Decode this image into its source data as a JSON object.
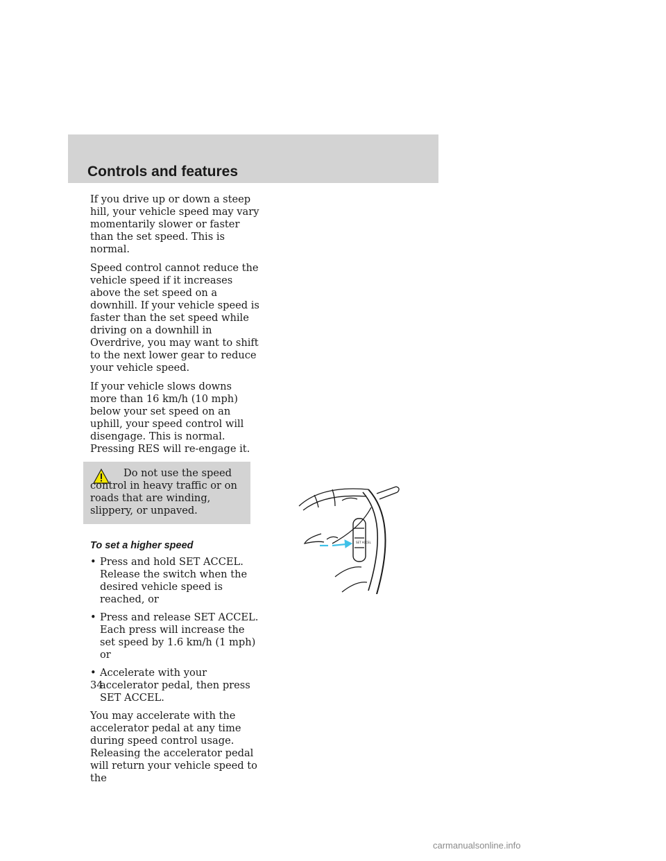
{
  "header": {
    "title": "Controls and features"
  },
  "body": {
    "paragraphs": [
      "If you drive up or down a steep hill, your vehicle speed may vary momentarily slower or faster than the set speed. This is normal.",
      "Speed control cannot reduce the vehicle speed if it increases above the set speed on a downhill. If your vehicle speed is faster than the set speed while driving on a downhill in Overdrive, you may want to shift to the next lower gear to reduce your vehicle speed.",
      "If your vehicle slows downs more than 16 km/h (10 mph) below your set speed on an uphill, your speed control will disengage. This is normal. Pressing RES will re-engage it."
    ],
    "warning": {
      "line1": "Do not use the speed",
      "line2": "control in heavy traffic or on roads that are winding, slippery, or unpaved."
    },
    "subheading": "To set a higher speed",
    "bullets": [
      "Press and hold SET ACCEL. Release the switch when the desired vehicle speed is reached, or",
      "Press and release SET ACCEL. Each press will increase the set speed by 1.6 km/h (1 mph) or",
      "Accelerate with your accelerator pedal, then press SET ACCEL."
    ],
    "closing": "You may accelerate with the accelerator pedal at any time during speed control usage. Releasing the accelerator pedal will return your vehicle speed to the"
  },
  "page_number": "34",
  "watermark": "carmanualsonline.info",
  "illustration": {
    "button_label": "SET ACCEL",
    "arrow_color": "#3fc1e8"
  },
  "colors": {
    "header_band": "#d3d3d3",
    "warning_box": "#d3d3d3",
    "warning_triangle": "#f2e600"
  }
}
